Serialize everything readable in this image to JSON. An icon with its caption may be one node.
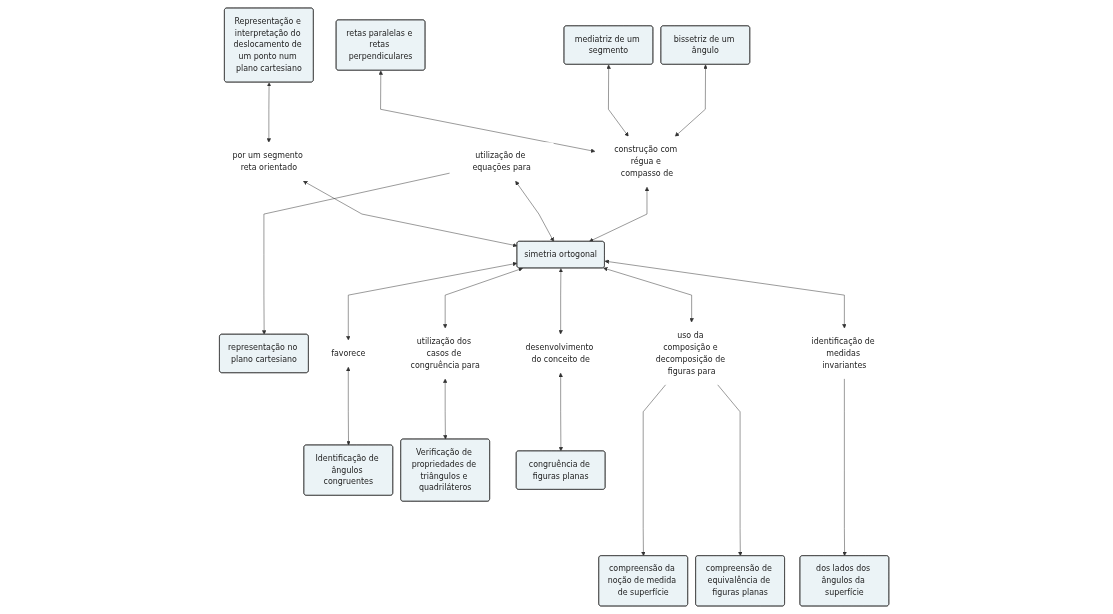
{
  "diagram": {
    "nodes": [
      {
        "text": [
          "Representação e interpretação do deslocamento de um ponto num plano cartesiano"
        ]
      },
      {
        "text": [
          "retas paralelas e retas perpendiculares"
        ]
      },
      {
        "text": [
          "mediatriz de um segmento"
        ]
      },
      {
        "text": [
          "representação no plano cartesiano"
        ]
      },
      {
        "text": [
          "por um segmento reta orientado"
        ]
      },
      {
        "text": [
          "utilização de equações para"
        ]
      },
      {
        "text": [
          "construção com régua e compasso de"
        ]
      },
      {
        "text": [
          "bissetriz de um ângulo"
        ]
      },
      {
        "text": [
          "compreensão da noção de medida de superfície"
        ]
      },
      {
        "text": [
          "simetria ortogonal"
        ]
      },
      {
        "text": [
          "uso da composição e decomposição de figuras para"
        ]
      },
      {
        "text": [
          "favorece"
        ]
      },
      {
        "text": [
          "utilização dos casos de congruência para"
        ]
      },
      {
        "text": [
          "Identificação de ângulos congruentes"
        ]
      },
      {
        "text": [
          "identificação de medidas invariantes"
        ]
      },
      {
        "text": [
          "desenvolvimento do conceito de"
        ]
      },
      {
        "text": [
          "compreensão de equivalência de figuras planas"
        ]
      },
      {
        "text": [
          "Verificação de propriedades de triângulos e quadriláteros"
        ]
      },
      {
        "text": [
          "congruência de figuras planas"
        ]
      },
      {
        "text": [
          "dos lados dos ângulos da superfície"
        ]
      }
    ],
    "edges": [
      {
        "from": 4,
        "to": 9,
        "arrow": "both"
      },
      {
        "from": 0,
        "to": 4,
        "arrow": "both"
      },
      {
        "from": 5,
        "to": 9,
        "arrow": "both"
      },
      {
        "from": 5,
        "to": 3,
        "arrow": "to"
      },
      {
        "from": 6,
        "to": 9,
        "arrow": "both"
      },
      {
        "from": 1,
        "to": 6,
        "arrow": "both"
      },
      {
        "from": 2,
        "to": 6,
        "arrow": "both"
      },
      {
        "from": 7,
        "to": 6,
        "arrow": "both"
      },
      {
        "from": 9,
        "to": 10,
        "arrow": "both"
      },
      {
        "from": 10,
        "to": 8,
        "arrow": "to"
      },
      {
        "from": 10,
        "to": 16,
        "arrow": "to"
      },
      {
        "from": 9,
        "to": 11,
        "arrow": "both"
      },
      {
        "from": 11,
        "to": 13,
        "arrow": "both"
      },
      {
        "from": 9,
        "to": 12,
        "arrow": "both"
      },
      {
        "from": 12,
        "to": 17,
        "arrow": "both"
      },
      {
        "from": 9,
        "to": 14,
        "arrow": "both"
      },
      {
        "from": 14,
        "to": 19,
        "arrow": "to"
      },
      {
        "from": 9,
        "to": 15,
        "arrow": "both"
      },
      {
        "from": 15,
        "to": 18,
        "arrow": "both"
      }
    ]
  }
}
